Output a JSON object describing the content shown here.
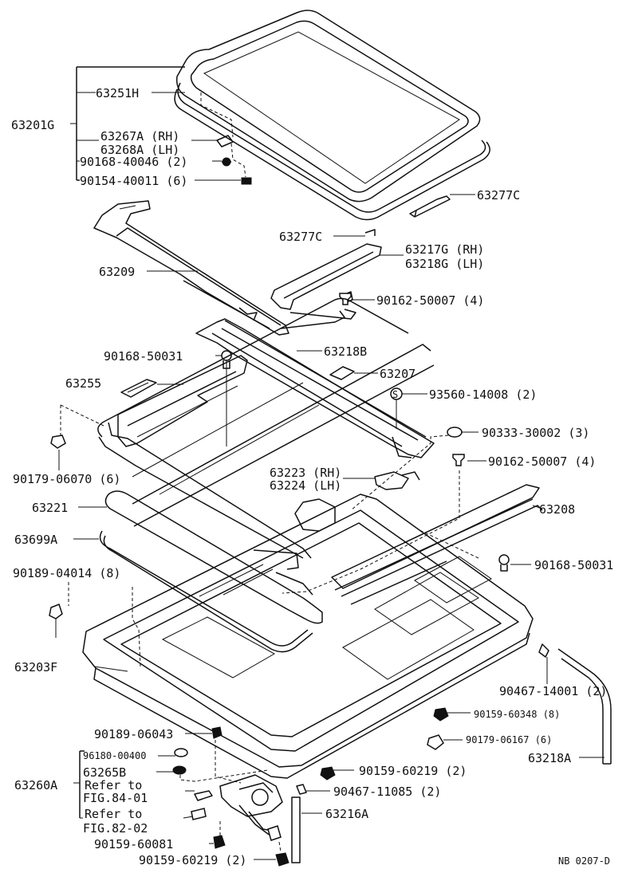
{
  "diagram": {
    "ref_code": "NB 0207-D",
    "labels": {
      "p63201G": "63201G",
      "p63251H": "63251H",
      "p63267A": "63267A (RH)",
      "p63268A": "63268A (LH)",
      "p90168_40046": "90168-40046 (2)",
      "p90154_40011": "90154-40011 (6)",
      "p63277C_a": "63277C",
      "p63277C_b": "63277C",
      "p63209": "63209",
      "p63217G": "63217G (RH)",
      "p63218G": "63218G (LH)",
      "p90162_50007_a": "90162-50007 (4)",
      "p90168_50031_a": "90168-50031",
      "p63218B": "63218B",
      "p63255": "63255",
      "p63207": "63207",
      "p93560_14008": "93560-14008 (2)",
      "p90333_30002": "90333-30002 (3)",
      "p90179_06070": "90179-06070 (6)",
      "p90162_50007_b": "90162-50007 (4)",
      "p63223": "63223 (RH)",
      "p63224": "63224 (LH)",
      "p63221": "63221",
      "p63208": "63208",
      "p63699A": "63699A",
      "p90168_50031_b": "90168-50031",
      "p90189_04014": "90189-04014 (8)",
      "p63203F": "63203F",
      "p90467_14001": "90467-14001 (2)",
      "p90159_60348": "90159-60348 (8)",
      "p90179_06167": "90179-06167 (6)",
      "p90189_06043": "90189-06043",
      "p96180_00400": "96180-00400",
      "p63265B": "63265B",
      "p63260A": "63260A",
      "p_refer1": "Refer to",
      "p_fig1": "FIG.84-01",
      "p_refer2": "Refer to",
      "p_fig2": "FIG.82-02",
      "p63218A": "63218A",
      "p90159_60219_a": "90159-60219 (2)",
      "p90467_11085": "90467-11085 (2)",
      "p63216A": "63216A",
      "p90159_60081": "90159-60081",
      "p90159_60219_b": "90159-60219 (2)",
      "s_mark": "S"
    }
  }
}
